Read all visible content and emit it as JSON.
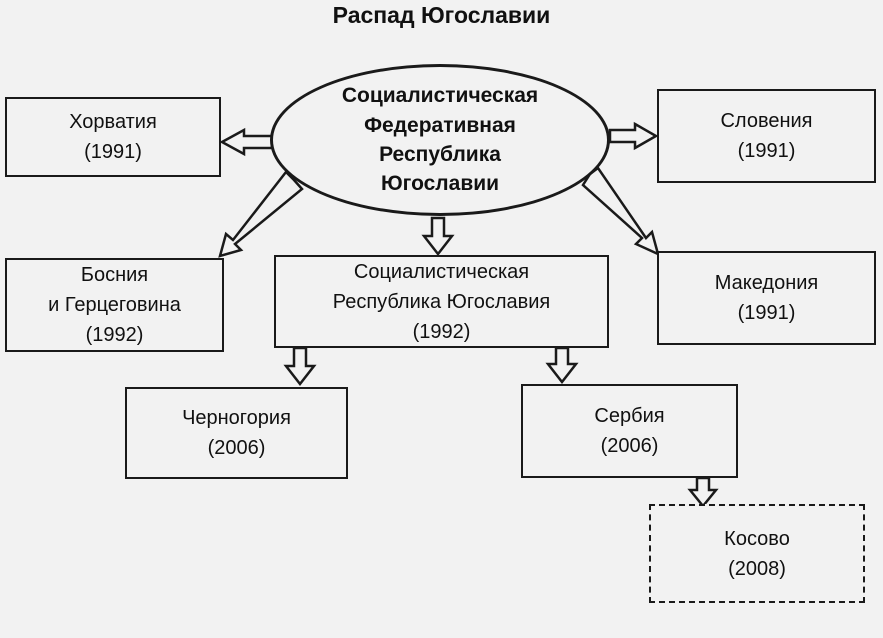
{
  "title": "Распад Югославии",
  "center": {
    "line1": "Социалистическая",
    "line2": "Федеративная",
    "line3": "Республика",
    "line4": "Югославии"
  },
  "croatia": {
    "name": "Хорватия",
    "year": "(1991)"
  },
  "slovenia": {
    "name": "Словения",
    "year": "(1991)"
  },
  "bosnia": {
    "line1": "Босния",
    "line2": "и Герцеговина",
    "year": "(1992)"
  },
  "fry": {
    "line1": "Социалистическая",
    "line2": "Республика Югославия",
    "year": "(1992)"
  },
  "macedonia": {
    "name": "Македония",
    "year": "(1991)"
  },
  "montenegro": {
    "name": "Черногория",
    "year": "(2006)"
  },
  "serbia": {
    "name": "Сербия",
    "year": "(2006)"
  },
  "kosovo": {
    "name": "Косово",
    "year": "(2008)"
  }
}
